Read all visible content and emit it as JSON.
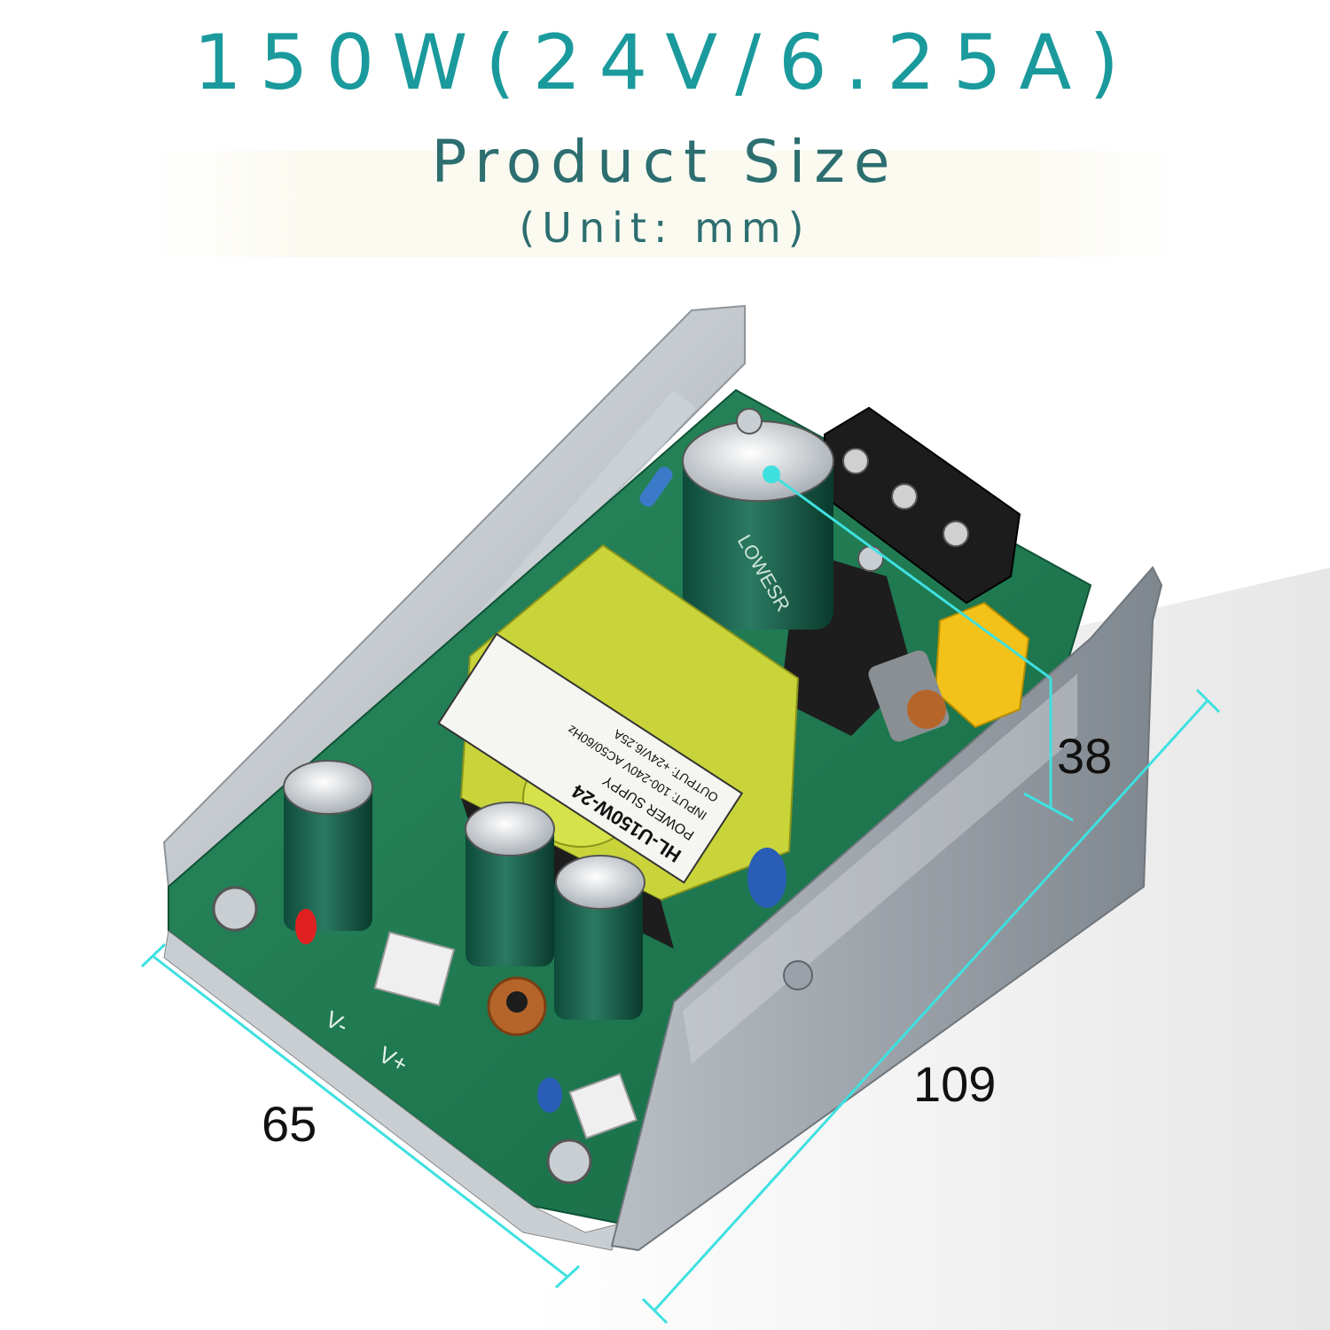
{
  "header": {
    "title": "150W(24V/6.25A)",
    "subtitle": "Product Size",
    "unit": "(Unit: mm)"
  },
  "dimensions": {
    "width": "65",
    "length": "109",
    "height": "38"
  },
  "label": {
    "model": "HL-U150W-24",
    "type": "POWER SUPPY",
    "input": "INPUT:  100-240V  AC50/60Hz",
    "output": "OUTPUT:  +24V/6.25A"
  },
  "capacitor_text": "LOWESR",
  "board_marks": {
    "v_minus": "V-",
    "v_plus": "V+"
  },
  "colors": {
    "title": "#1a9a9c",
    "subtitle": "#2d6e70",
    "dimension_line": "#3fe0e0",
    "pcb": "#1f7a54",
    "transformer": "#d6e24a"
  }
}
